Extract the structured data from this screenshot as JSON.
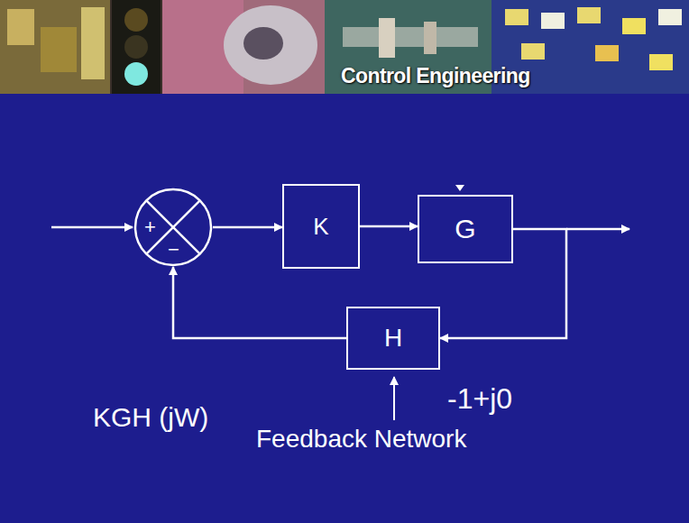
{
  "diagram": {
    "title": "Control Engineering",
    "nodes": [
      {
        "text": [
          "+",
          "−"
        ]
      },
      {
        "text": [
          "K"
        ]
      },
      {
        "text": [
          "G"
        ]
      },
      {
        "text": [
          "H"
        ]
      }
    ],
    "edges": [
      {
        "from": 0,
        "to": 1,
        "arrow": "to"
      },
      {
        "from": 1,
        "to": 2,
        "arrow": "to"
      },
      {
        "from": 2,
        "to": 3,
        "arrow": "to"
      },
      {
        "from": 3,
        "to": 0,
        "arrow": "to"
      }
    ],
    "labels": [
      "KGH (jW)",
      "-1+j0",
      "Feedback Network"
    ]
  }
}
